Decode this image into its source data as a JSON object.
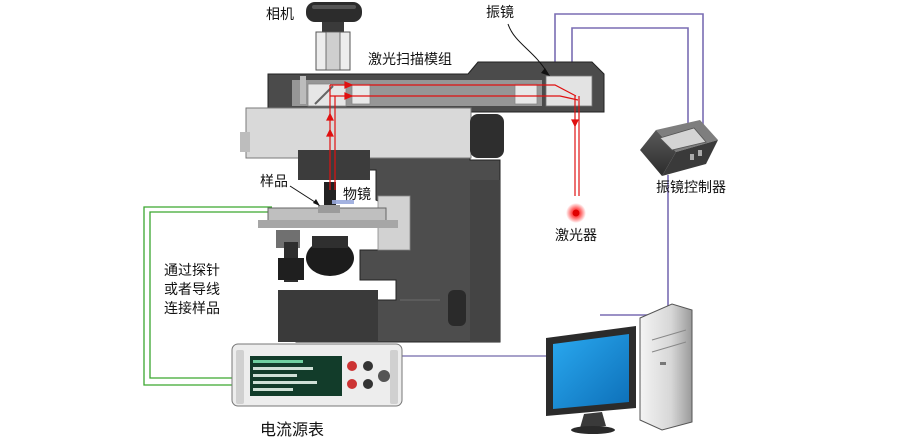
{
  "labels": {
    "camera": "相机",
    "galvo": "振镜",
    "scan_module": "激光扫描模组",
    "sample": "样品",
    "objective": "物镜",
    "laser": "激光器",
    "galvo_controller": "振镜控制器",
    "probe_note": [
      "通过探针",
      "或者导线",
      "连接样品"
    ],
    "source_meter": "电流源表"
  },
  "colors": {
    "laser_beam": "#e01010",
    "controller_cable": "#7a6db3",
    "sample_wire": "#3aa62f",
    "computer_cable": "#8a82b8",
    "body_dark": "#4b4b4b",
    "body_light": "#d9d9d9",
    "screen": "#1a8fd6"
  }
}
